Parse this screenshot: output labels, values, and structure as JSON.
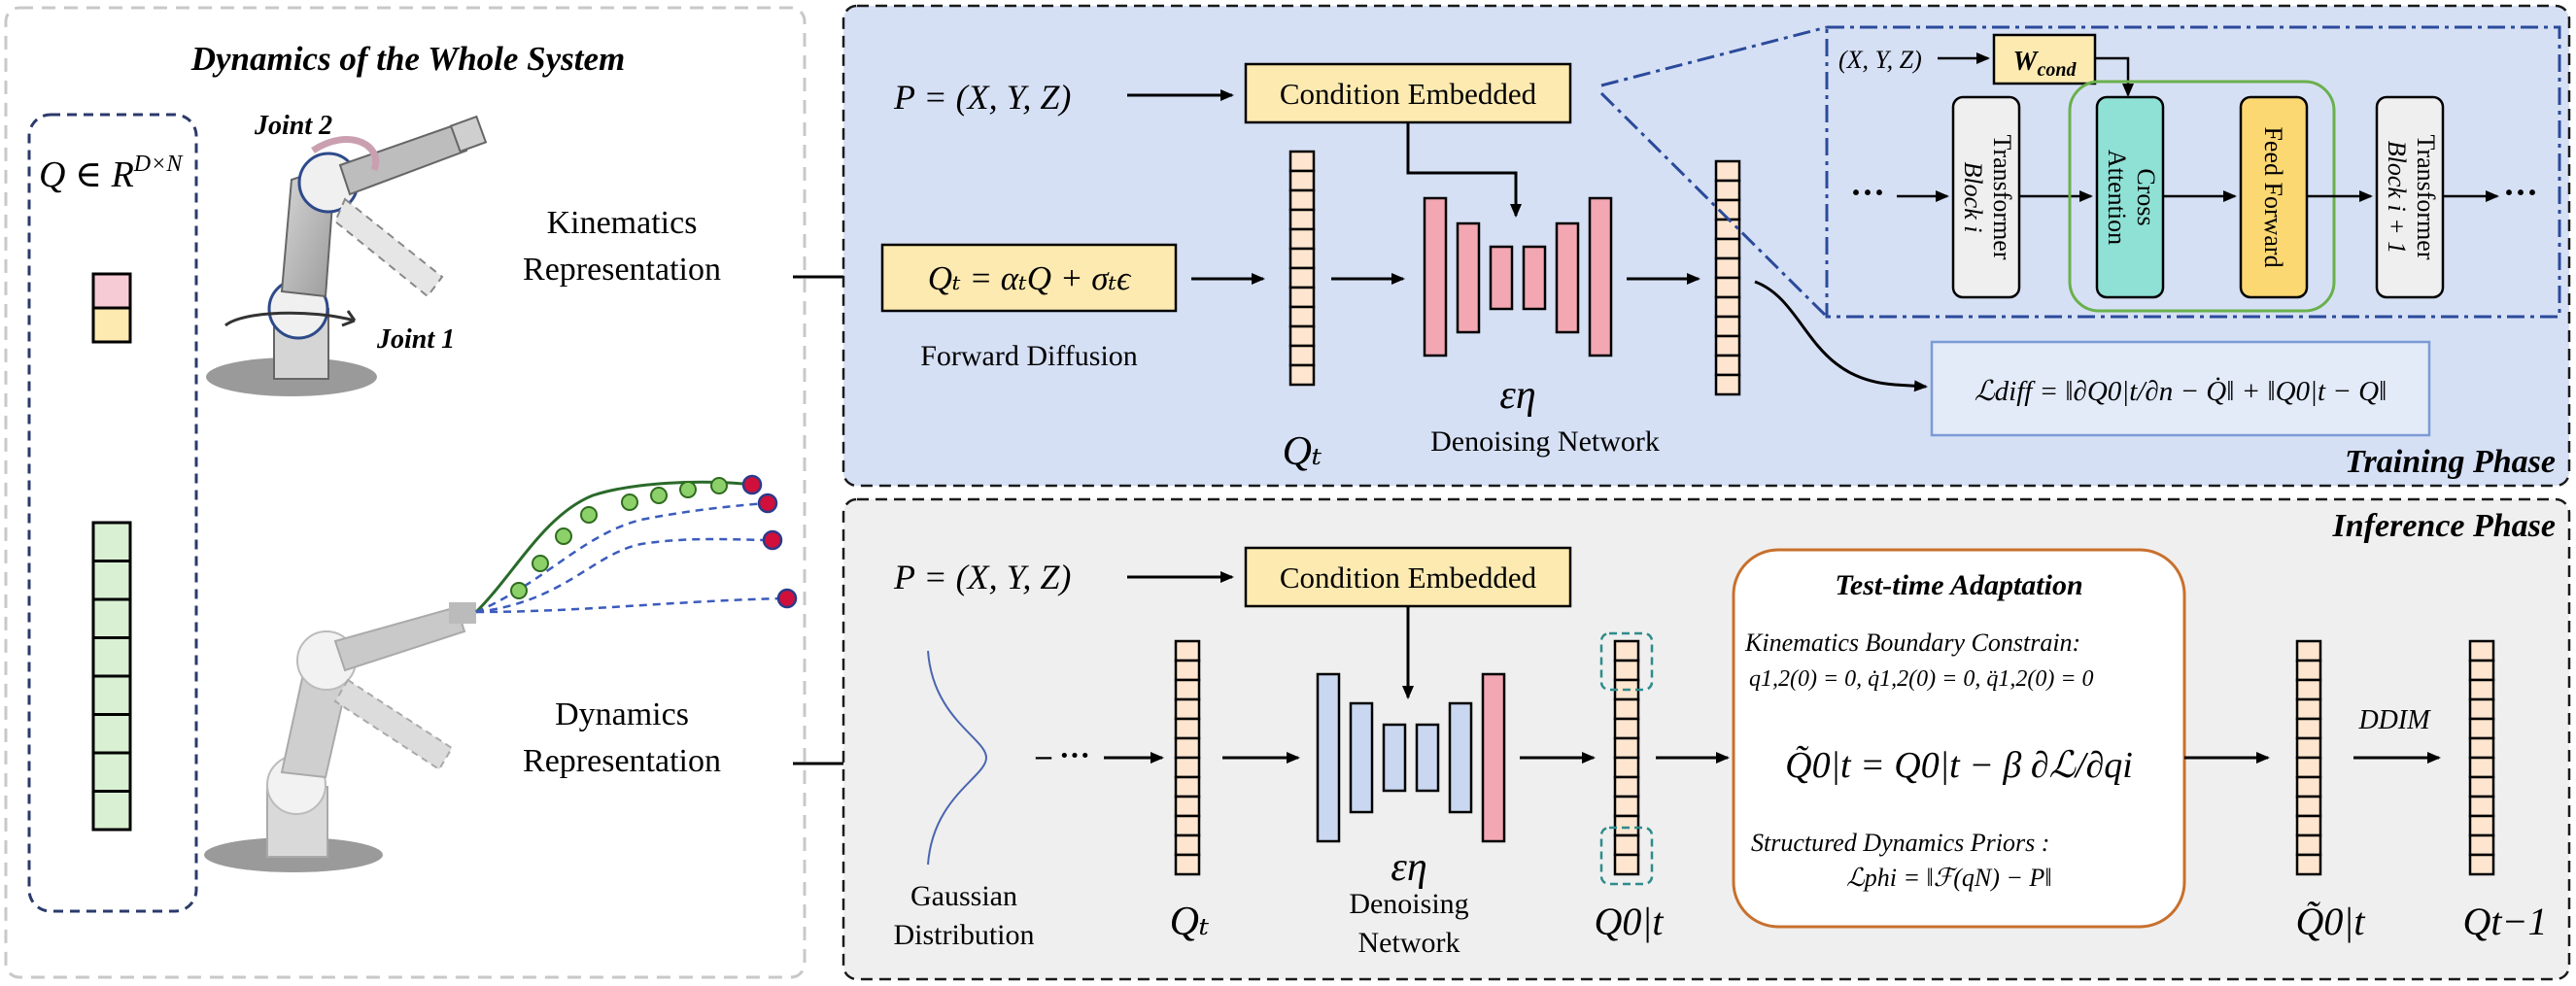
{
  "left_panel": {
    "title": "Dynamics of the Whole System",
    "q_space": "Q ∈ R",
    "q_space_sup": "D×N",
    "joint2": "Joint 2",
    "joint1": "Joint 1",
    "kin_rep_1": "Kinematics",
    "kin_rep_2": "Representation",
    "dyn_rep_1": "Dynamics",
    "dyn_rep_2": "Representation"
  },
  "training": {
    "phase_label": "Training Phase",
    "p_eq": "P = (X, Y, Z)",
    "cond_embed": "Condition Embedded",
    "forward_eq": "Qₜ = αₜQ + σₜϵ",
    "forward_label": "Forward Diffusion",
    "qt_label": "Qₜ",
    "eps": "εη",
    "denoise_label": "Denoising Network",
    "xyz": "(X, Y, Z)",
    "wcond": "W",
    "wcond_sub": "cond",
    "dots": "···",
    "tb_i_1": "Transformer",
    "tb_i_2": "Block i",
    "cross_1": "Cross",
    "cross_2": "Attention",
    "ff": "Feed Forward",
    "tb_i1_1": "Transformer",
    "tb_i1_2": "Block i + 1",
    "loss": "ℒdiff = ‖∂Q0|t/∂n − Q̇‖ + ‖Q0|t − Q‖"
  },
  "inference": {
    "phase_label": "Inference Phase",
    "p_eq": "P = (X, Y, Z)",
    "cond_embed": "Condition Embedded",
    "gauss_1": "Gaussian",
    "gauss_2": "Distribution",
    "dots": "– ···",
    "qt_label": "Qₜ",
    "eps": "εη",
    "denoise_1": "Denoising",
    "denoise_2": "Network",
    "q0t_label": "Q0|t",
    "tta_title": "Test-time Adaptation",
    "kbc_title": "Kinematics Boundary Constrain:",
    "kbc_eq": "q1,2(0) = 0, q̇1,2(0) = 0, q̈1,2(0) = 0",
    "update_eq": "Q̃0|t = Q0|t − β ∂ℒ/∂qi",
    "sdp_title": "Structured Dynamics Priors :",
    "sdp_eq": "ℒphi = ‖ℱ(qN) − P‖",
    "qtilde_label": "Q̃0|t",
    "ddim": "DDIM",
    "qt1_label": "Qt−1"
  },
  "colors": {
    "training_bg": "#d6e0f5",
    "inference_bg": "#efefef",
    "cond_fill": "#fdeab1",
    "denoise_red": "#f2a7b3",
    "denoise_blue": "#c9d7f0",
    "cross_attn": "#8fe0d5",
    "feed_forward": "#fcd873",
    "column_cell": "#fde5cf",
    "tta_border": "#c8702d",
    "green_cell": "#d9f0d2",
    "pink_cell": "#f7cbd6",
    "yellow_cell": "#fdeab1"
  }
}
